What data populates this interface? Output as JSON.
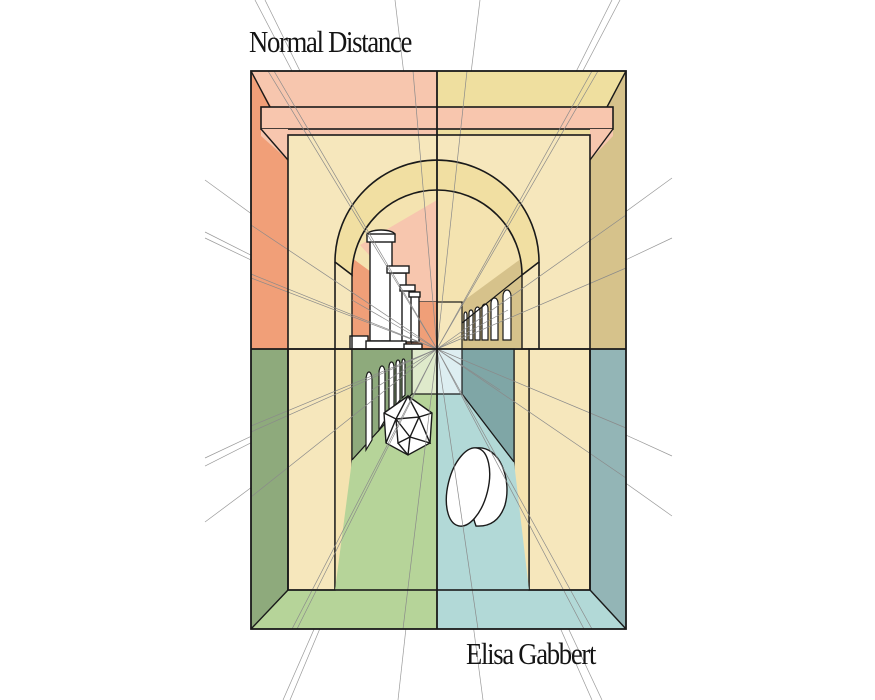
{
  "book": {
    "title": "Normal Distance",
    "author": "Elisa Gabbert"
  },
  "palette": {
    "ceiling_left": "#f7c6ae",
    "ceiling_right": "#efdf9f",
    "wall_left_upper": "#f19f78",
    "wall_right_upper": "#d6c28b",
    "wall_left_lower": "#8eaa7c",
    "wall_right_lower": "#93b5b6",
    "floor_left": "#b6d499",
    "floor_right": "#b2d9d7",
    "arch_face": "#f6e7bc",
    "arch_band": "#f1dfa2",
    "beam": "#f8c6ae",
    "outline": "#1a1a1a",
    "guide": "#8a8a8a"
  },
  "illustration": {
    "description": "One-point perspective arched corridor with colonnade, icosahedron and hemisphere",
    "objects": [
      "arch",
      "colonnade",
      "arched-windows",
      "icosahedron",
      "hemisphere",
      "perspective-lines"
    ]
  }
}
